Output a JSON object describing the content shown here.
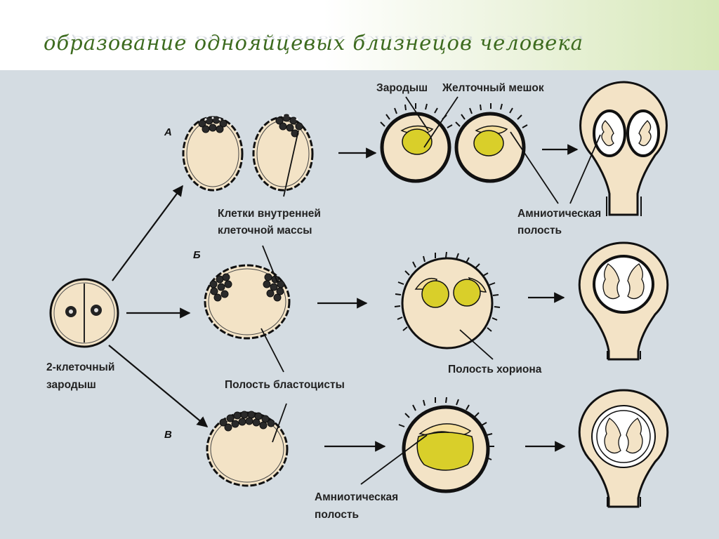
{
  "title": "образование однояйцевых близнецов человека",
  "rows": {
    "a": "А",
    "b": "Б",
    "v": "В"
  },
  "labels": {
    "two_cell_line1": "2-клеточный",
    "two_cell_line2": "зародыш",
    "embryo": "Зародыш",
    "yolk_sac": "Желточный мешок",
    "amniotic_a_line1": "Амниотическая",
    "amniotic_a_line2": "полость",
    "inner_mass_line1": "Клетки внутренней",
    "inner_mass_line2": "клеточной массы",
    "blastocyst_cavity": "Полость бластоцисты",
    "chorion_cavity": "Полость хориона",
    "amniotic_v_line1": "Амниотическая",
    "amniotic_v_line2": "полость"
  },
  "colors": {
    "cell_fill": "#f3e3c6",
    "yolk": "#d9cf2a",
    "amnion": "#f6df9c",
    "panel": "#d4dce2",
    "title": "#3d6b1f"
  }
}
